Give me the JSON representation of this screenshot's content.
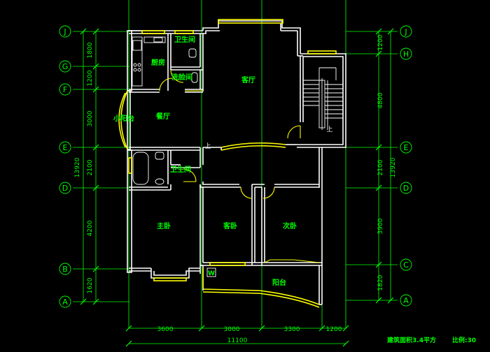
{
  "left_axes": [
    "J",
    "G",
    "F",
    "E",
    "D",
    "B",
    "A"
  ],
  "right_axes": [
    "J",
    "H",
    "E",
    "D",
    "C",
    "A"
  ],
  "left_dims": [
    "1800",
    "1200",
    "3000",
    "2100",
    "4200",
    "1620"
  ],
  "left_total": "13920",
  "right_dims": [
    "1200",
    "4800",
    "2100",
    "3900",
    "1820"
  ],
  "right_total": "13920",
  "bottom_dims": [
    "3600",
    "3000",
    "3300",
    "1200"
  ],
  "bottom_total": "11100",
  "rooms": {
    "wc1": "卫生间",
    "kitchen": "厨房",
    "wash": "洗脸间",
    "living": "客厅",
    "small_balcony": "小阳台",
    "dining": "餐厅",
    "wc2": "卫生间",
    "master": "主卧",
    "guest": "客卧",
    "second": "次卧",
    "balcony": "阳台"
  },
  "marks": {
    "up1": "上",
    "up2": "上",
    "w": "W"
  },
  "footer": {
    "area": "建筑面积3.4平方",
    "scale": "比例:30"
  },
  "colors": {
    "background": "#000000",
    "axes": "#00ff00",
    "walls": "#ffffff",
    "windows": "#ffff00"
  }
}
